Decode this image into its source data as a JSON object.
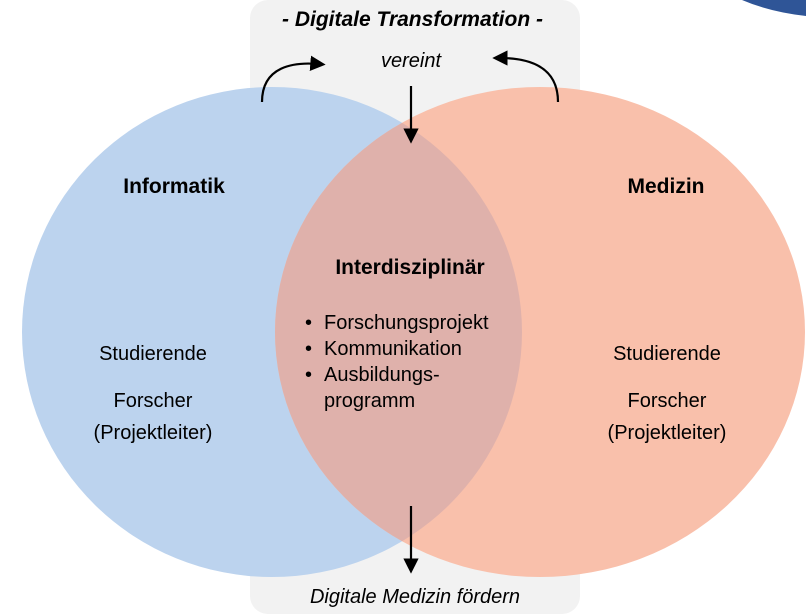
{
  "top": {
    "title": "- Digitale Transformation -",
    "subtitle": "vereint"
  },
  "left_circle": {
    "heading": "Informatik",
    "role_1": "Studierende",
    "role_2": "Forscher",
    "role_3": "(Projektleiter)",
    "color": "#bcd3ee"
  },
  "right_circle": {
    "heading": "Medizin",
    "role_1": "Studierende",
    "role_2": "Forscher",
    "role_3": "(Projektleiter)",
    "color": "#f9c0ab"
  },
  "center": {
    "heading": "Interdisziplinär",
    "bullet_glyph": "•",
    "items": [
      "Forschungsprojekt",
      "Kommunikation",
      "Ausbildungs-"
    ],
    "item_continuation": "programm",
    "color": "#dfb1ab"
  },
  "bottom": {
    "caption": "Digitale Medizin fördern"
  },
  "colors": {
    "band": "#f2f2f2",
    "arrow": "#000000",
    "corner_accent": "#2f5597"
  }
}
